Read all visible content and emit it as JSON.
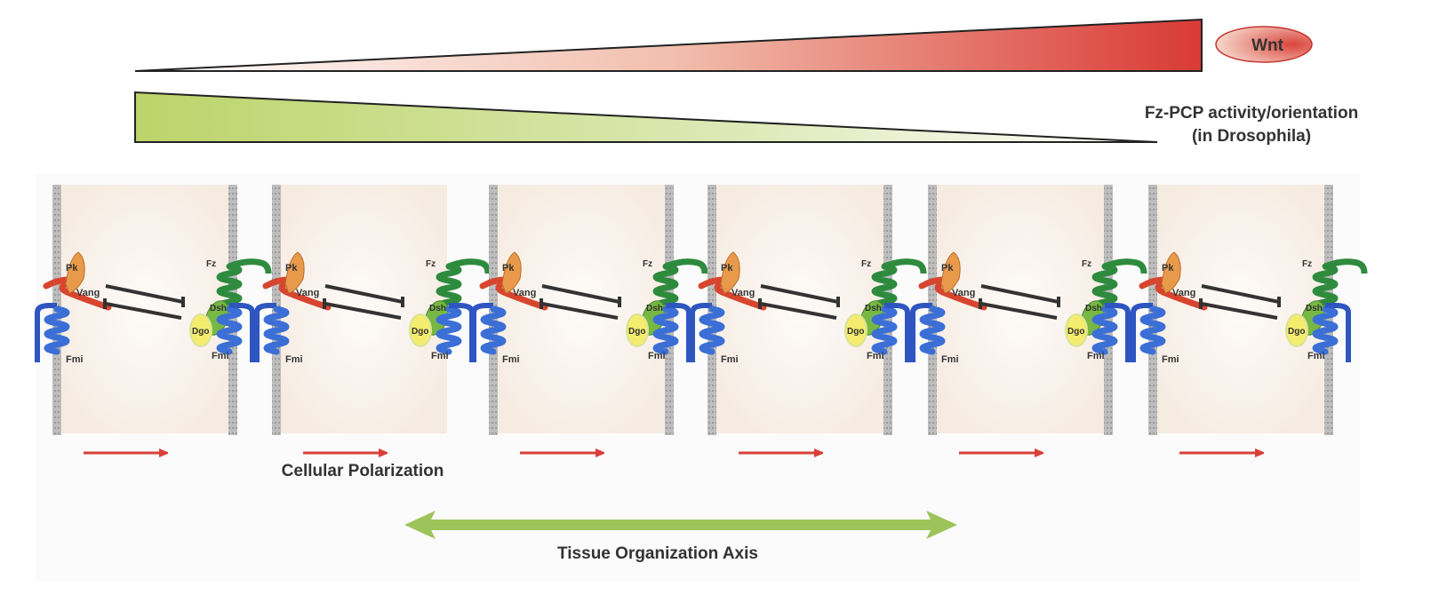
{
  "gradients": {
    "wnt": {
      "label": "Wnt",
      "color_start": "#ffffff",
      "color_end": "#d93a35",
      "direction": "increasing-left-to-right"
    },
    "fz_pcp": {
      "label_line1": "Fz-PCP activity/orientation",
      "label_line2": "(in Drosophila)",
      "color_start": "#bcd46a",
      "color_end": "#ffffff",
      "direction": "decreasing-left-to-right"
    }
  },
  "cells": [
    {
      "id": 1,
      "has_right_membrane": true
    },
    {
      "id": 2,
      "has_right_membrane": false
    },
    {
      "id": 3,
      "has_right_membrane": true
    },
    {
      "id": 4,
      "has_right_membrane": true
    },
    {
      "id": 5,
      "has_right_membrane": true
    },
    {
      "id": 6,
      "has_right_membrane": true
    }
  ],
  "proteins": {
    "pk": "Pk",
    "vang": "Vang",
    "fmi": "Fmi",
    "fz": "Fz",
    "dsh": "Dsh",
    "dgo": "Dgo"
  },
  "labels": {
    "cellular_polarization": "Cellular Polarization",
    "tissue_axis": "Tissue Organization Axis"
  },
  "colors": {
    "membrane": "#bdbdbd",
    "cell_fill": "#f7ede3",
    "vang": "#d8452f",
    "pk": "#e89a4a",
    "fz": "#2e8b3e",
    "fmi": "#2f56c0",
    "dsh": "#76b843",
    "dgo": "#f3ec6e",
    "polarity_arrow": "#d9403a",
    "tissue_arrow": "#9cc45a",
    "inhibition": "#333333"
  }
}
